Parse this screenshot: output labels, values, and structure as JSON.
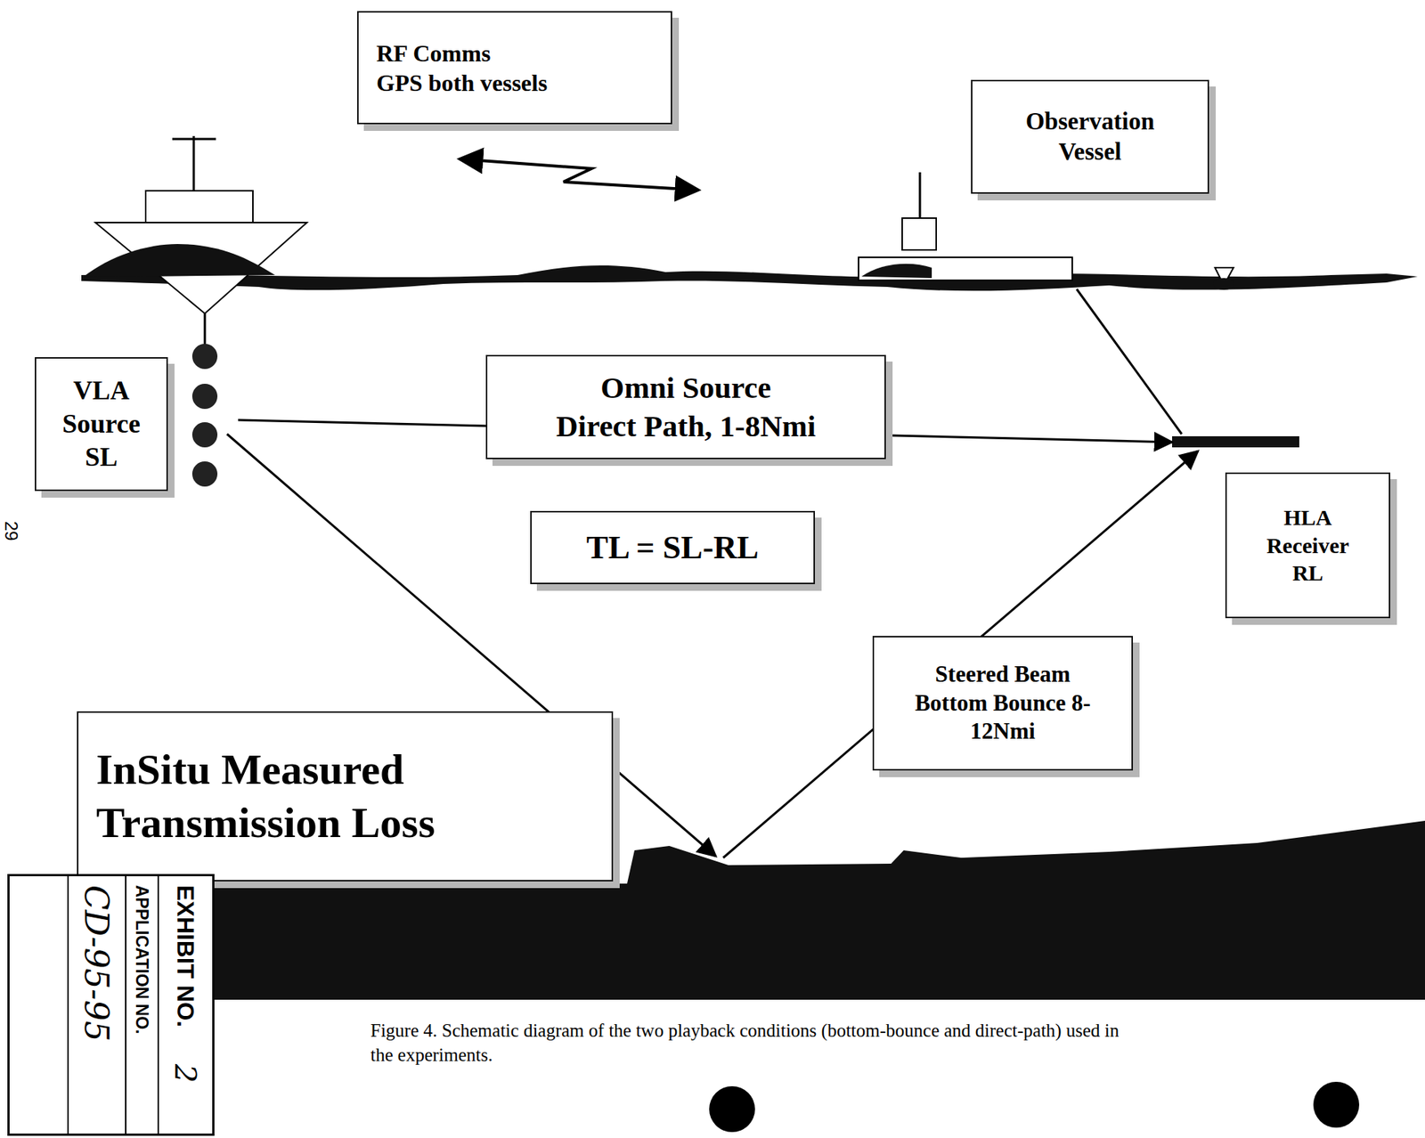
{
  "diagram": {
    "caption": "Figure 4.  Schematic diagram of the two playback conditions (bottom-bounce and direct-path) used in the experiments.",
    "nodes": [
      {
        "text": [
          "RF Comms",
          "GPS both vessels"
        ]
      },
      {
        "text": [
          "Observation Vessel"
        ]
      },
      {
        "text": [
          "VLA Source SL"
        ]
      },
      {
        "text": [
          "Omni Source",
          "Direct Path, 1-8Nmi"
        ]
      },
      {
        "text": [
          "TL = SL-RL"
        ]
      },
      {
        "text": [
          "HLA Receiver RL"
        ]
      },
      {
        "text": [
          "Steered Beam Bottom Bounce 8-12Nmi"
        ]
      },
      {
        "text": [
          "InSitu Measured Transmission Loss"
        ]
      },
      {
        "text": [
          "EXHIBIT NO.",
          "2",
          "APPLICATION NO.",
          "CD-95-95"
        ]
      }
    ],
    "labels": [
      "29"
    ]
  }
}
